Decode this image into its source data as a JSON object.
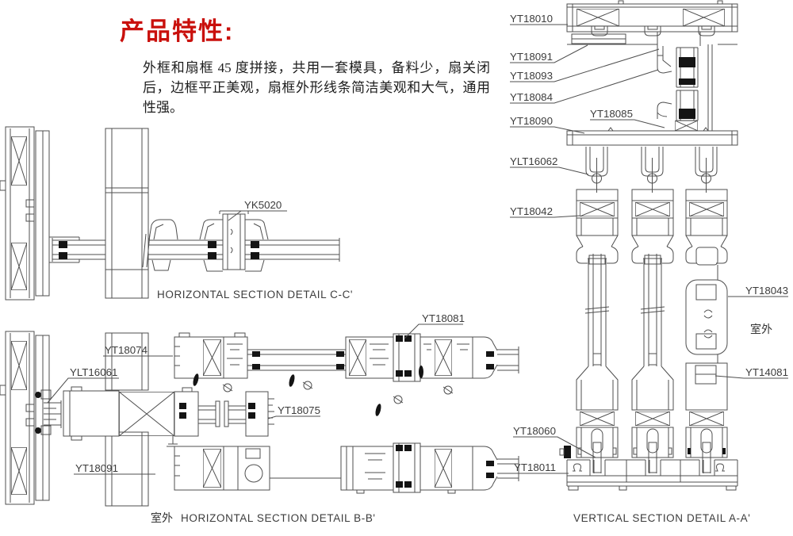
{
  "title": "产品特性:",
  "description": "外框和扇框 45 度拼接，共用一套模具，备料少，扇关闭后，边框平正美观，扇框外形线条简洁美观和大气，通用性强。",
  "colors": {
    "accent_red": "#c9100c",
    "line_gray": "#4f4f4f",
    "text_dark": "#1d1d1d"
  },
  "sections": {
    "c": {
      "caption": "HORIZONTAL SECTION DETAIL C-C'",
      "labels": {
        "yk5020": "YK5020"
      }
    },
    "b": {
      "caption": "HORIZONTAL SECTION DETAIL B-B'",
      "outdoor": "室外",
      "labels": {
        "yt18074": "YT18074",
        "ylt16061": "YLT16061",
        "yt18081": "YT18081",
        "yt18075": "YT18075",
        "yt18091": "YT18091"
      }
    },
    "a": {
      "caption": "VERTICAL SECTION DETAIL A-A'",
      "outdoor": "室外",
      "labels": {
        "yt18010": "YT18010",
        "yt18091": "YT18091",
        "yt18093": "YT18093",
        "yt18084": "YT18084",
        "yt18090": "YT18090",
        "yt18085": "YT18085",
        "ylt16062": "YLT16062",
        "yt18042": "YT18042",
        "yt18043": "YT18043",
        "outdoor": "室外",
        "yt14081": "YT14081",
        "yt18060": "YT18060",
        "yt18011": "YT18011"
      }
    }
  }
}
